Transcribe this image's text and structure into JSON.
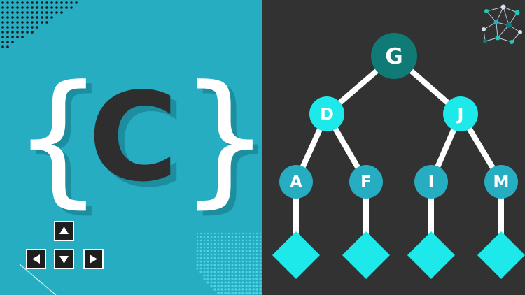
{
  "code_card": {
    "open_brace": "{",
    "letter": "C",
    "close_brace": "}",
    "arrow_keys": [
      "up",
      "left",
      "down",
      "right"
    ]
  },
  "tree": {
    "root": {
      "label": "G"
    },
    "level1": [
      {
        "label": "D"
      },
      {
        "label": "J"
      }
    ],
    "level2": [
      {
        "label": "A"
      },
      {
        "label": "F"
      },
      {
        "label": "I"
      },
      {
        "label": "M"
      }
    ],
    "leaf_count": 4
  },
  "colors": {
    "left_bg": "#27adc2",
    "right_bg": "#323232",
    "root_node": "#0f7a76",
    "mid_node": "#1de9ea",
    "low_node": "#27adc2",
    "leaf": "#1de9ea",
    "edge": "#ffffff"
  },
  "icons": [
    "dot-pattern-icon",
    "network-graph-icon",
    "arrow-up-icon",
    "arrow-left-icon",
    "arrow-down-icon",
    "arrow-right-icon"
  ]
}
